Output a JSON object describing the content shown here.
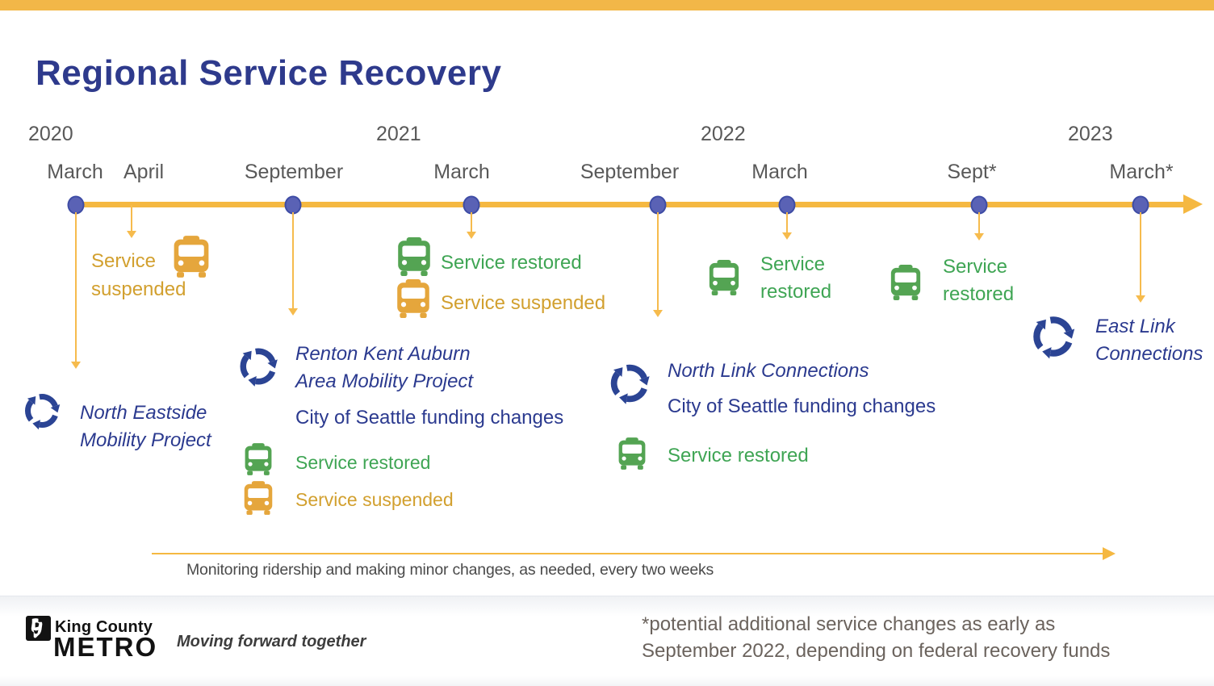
{
  "page": {
    "title": "Regional Service Recovery"
  },
  "timeline": {
    "years": [
      "2020",
      "2021",
      "2022",
      "2023"
    ],
    "months": [
      "March",
      "April",
      "September",
      "March",
      "September",
      "March",
      "Sept*",
      "March*"
    ],
    "monitoring_note": "Monitoring ridership and making minor changes, as needed, every two weeks"
  },
  "events": [
    {
      "key": "march-2020",
      "project_name": "North Eastside Mobility Project"
    },
    {
      "key": "april-2020",
      "status_suspended": "Service suspended"
    },
    {
      "key": "september-2020",
      "project_name": "Renton Kent Auburn Area Mobility Project",
      "note": "City of Seattle funding changes",
      "status_restored": "Service restored",
      "status_suspended": "Service suspended"
    },
    {
      "key": "march-2021",
      "status_restored": "Service restored",
      "status_suspended": "Service suspended"
    },
    {
      "key": "september-2021",
      "project_name": "North Link Connections",
      "note": "City of Seattle funding changes",
      "status_restored": "Service restored"
    },
    {
      "key": "march-2022",
      "status_restored": "Service restored"
    },
    {
      "key": "september-2022",
      "status_restored": "Service restored"
    },
    {
      "key": "march-2023",
      "project_name": "East Link Connections"
    }
  ],
  "icons": {
    "restored": "bus-icon",
    "suspended": "bus-icon",
    "project": "circular-arrows-icon"
  },
  "colors": {
    "accent_bar": "#F2B748",
    "timeline": "#F5B841",
    "dot": "#5A62B5",
    "restored_green": "#3FA554",
    "suspended_orange": "#D2A02F",
    "project_blue": "#2B3A8F",
    "title_blue": "#2E3A8C"
  },
  "footer": {
    "logo_line1": "King County",
    "logo_line2": "METRO",
    "tagline": "Moving forward together",
    "footnote": "*potential additional service changes as early as September 2022, depending on federal recovery funds"
  }
}
